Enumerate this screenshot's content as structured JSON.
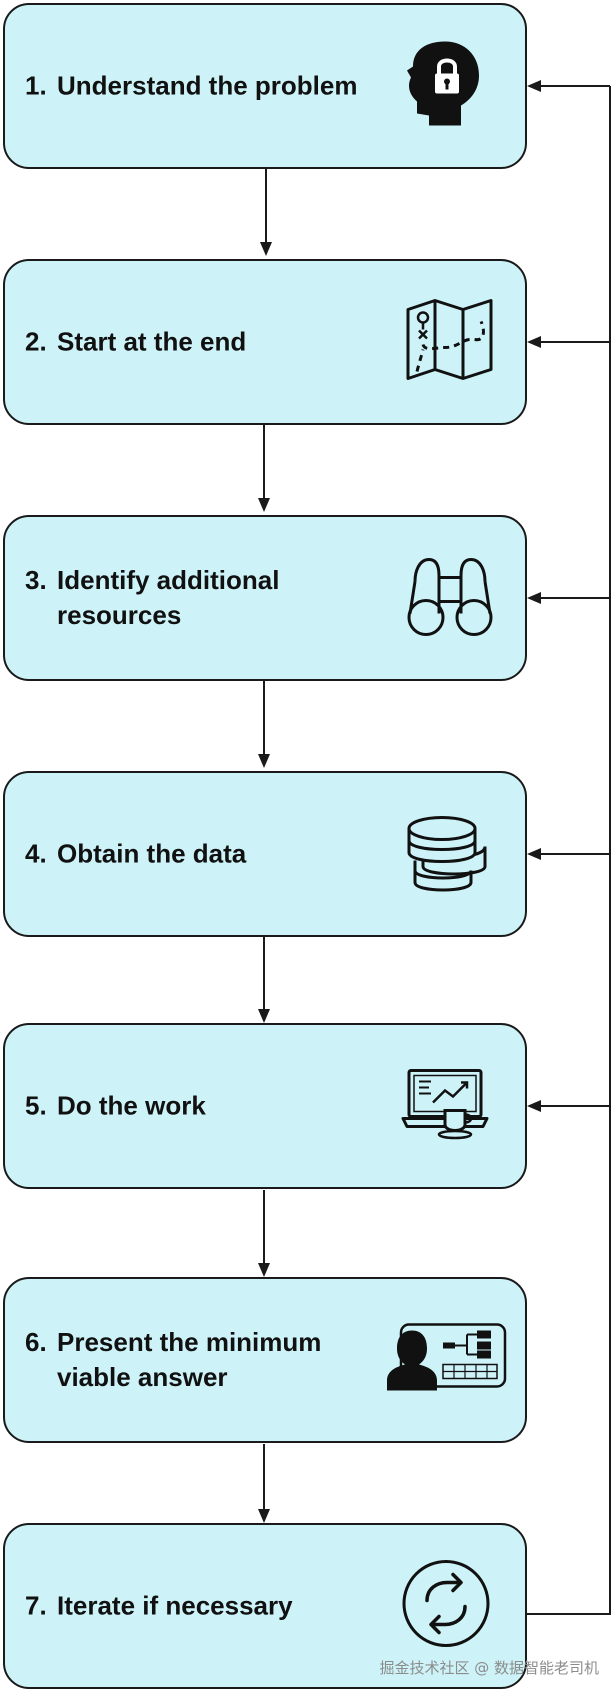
{
  "steps": [
    {
      "num": "1.",
      "line1": "Understand the problem",
      "line2": "",
      "icon": "head-lock-icon"
    },
    {
      "num": "2.",
      "line1": "Start at the end",
      "line2": "",
      "icon": "treasure-map-icon"
    },
    {
      "num": "3.",
      "line1": "Identify additional",
      "line2": "resources",
      "icon": "binoculars-icon"
    },
    {
      "num": "4.",
      "line1": "Obtain the data",
      "line2": "",
      "icon": "database-icon"
    },
    {
      "num": "5.",
      "line1": "Do the work",
      "line2": "",
      "icon": "laptop-coffee-icon"
    },
    {
      "num": "6.",
      "line1": "Present the minimum",
      "line2": "viable answer",
      "icon": "presenter-chart-icon"
    },
    {
      "num": "7.",
      "line1": "Iterate if necessary",
      "line2": "",
      "icon": "cycle-arrows-icon"
    }
  ],
  "watermark": "掘金技术社区 @ 数据智能老司机",
  "colors": {
    "box_fill": "#cdf3f8",
    "stroke": "#1a1a1a"
  }
}
